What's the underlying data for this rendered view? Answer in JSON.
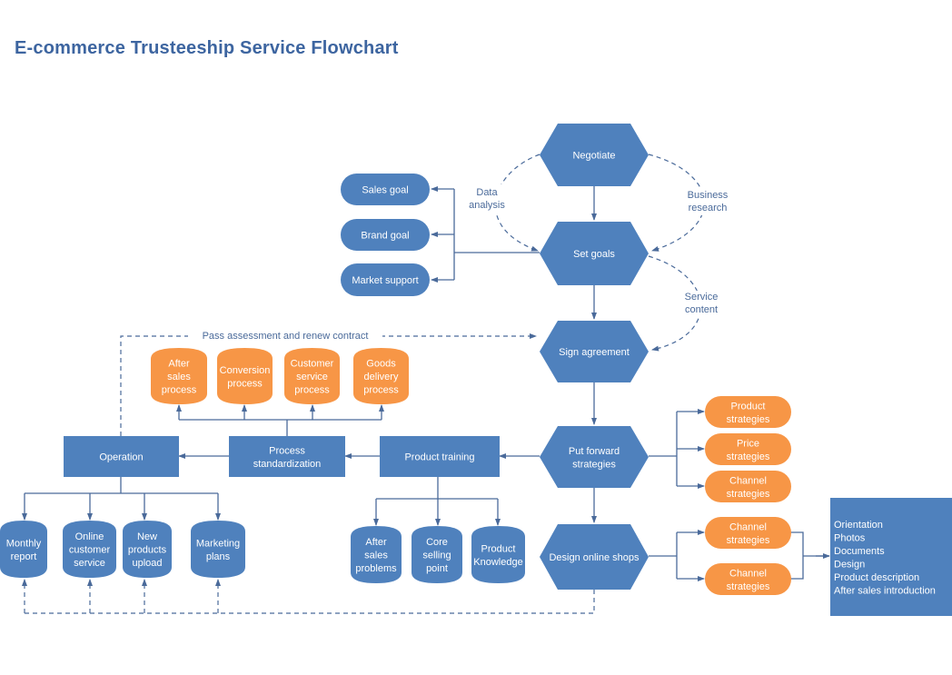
{
  "title": "E-commerce Trusteeship Service Flowchart",
  "colors": {
    "blue": "#4f81bd",
    "orange": "#f79646",
    "title": "#3d65a0",
    "line": "#4a6a9a"
  },
  "nodes": {
    "negotiate": [
      "Negotiate"
    ],
    "set_goals": [
      "Set goals"
    ],
    "sign_agreement": [
      "Sign agreement"
    ],
    "put_forward": [
      "Put forward",
      "strategies"
    ],
    "design_shops": [
      "Design online shops"
    ],
    "sales_goal": [
      "Sales goal"
    ],
    "brand_goal": [
      "Brand goal"
    ],
    "market_support": [
      "Market support"
    ],
    "product_strategies": [
      "Product",
      "strategies"
    ],
    "price_strategies": [
      "Price",
      "strategies"
    ],
    "channel_strategies_1": [
      "Channel",
      "strategies"
    ],
    "channel_strategies_2": [
      "Channel",
      "strategies"
    ],
    "channel_strategies_3": [
      "Channel",
      "strategies"
    ],
    "product_training": [
      "Product training"
    ],
    "process_standardization": [
      "Process",
      "standardization"
    ],
    "operation": [
      "Operation"
    ],
    "after_sales_process": [
      "After",
      "sales",
      "process"
    ],
    "conversion_process": [
      "Conversion",
      "process"
    ],
    "customer_service_process": [
      "Customer",
      "service",
      "process"
    ],
    "goods_delivery_process": [
      "Goods",
      "delivery",
      "process"
    ],
    "monthly_report": [
      "Monthly",
      "report"
    ],
    "online_customer_service": [
      "Online",
      "customer",
      "service"
    ],
    "new_products_upload": [
      "New",
      "products",
      "upload"
    ],
    "marketing_plans": [
      "Marketing",
      "plans"
    ],
    "after_sales_problems": [
      "After",
      "sales",
      "problems"
    ],
    "core_selling_point": [
      "Core",
      "selling",
      "point"
    ],
    "product_knowledge": [
      "Product",
      "Knowledge"
    ],
    "shop_content": [
      "Orientation",
      "Photos",
      "Documents",
      "Design",
      "Product description",
      "After sales introduction"
    ]
  },
  "edge_labels": {
    "data_analysis": [
      "Data",
      "analysis"
    ],
    "business_research": [
      "Business",
      "research"
    ],
    "service_content": [
      "Service",
      "content"
    ],
    "pass_assessment": "Pass assessment and renew contract"
  }
}
